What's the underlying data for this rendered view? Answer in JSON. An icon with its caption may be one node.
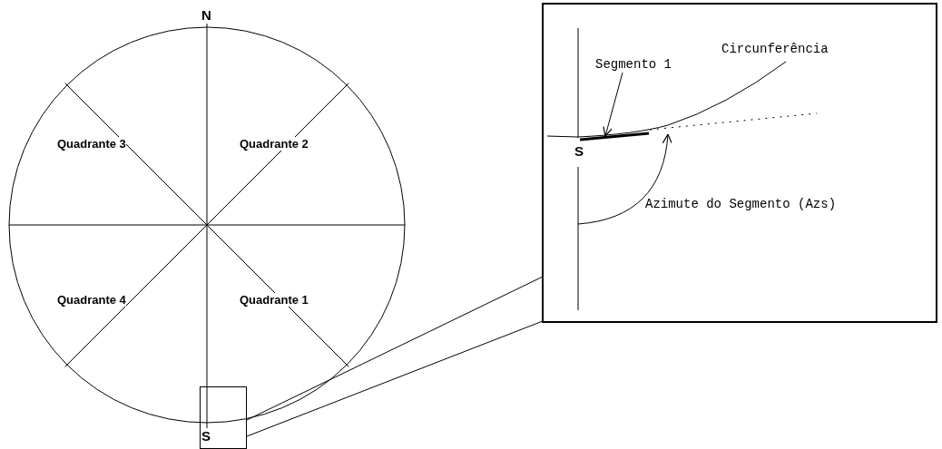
{
  "diagram": {
    "nodes": [
      {
        "text": [],
        "shape": "box"
      },
      {
        "text": [],
        "shape": "box"
      },
      {
        "text": [
          "Segmento 1"
        ],
        "in": 0
      },
      {
        "text": [],
        "shape": "bar",
        "in": 0
      }
    ],
    "edges": [
      {
        "from": 1,
        "to": 0,
        "arrow": "none"
      },
      {
        "from": 1,
        "to": 0,
        "arrow": "none"
      },
      {
        "from": 2,
        "to": 3,
        "arrow": "to"
      }
    ],
    "labels": [
      "N",
      "Quadrante 3",
      "Quadrante 2",
      "Quadrante 4",
      "Quadrante 1",
      "S",
      "Circunferência",
      "S",
      "Azimute do Segmento (Azs)"
    ]
  }
}
